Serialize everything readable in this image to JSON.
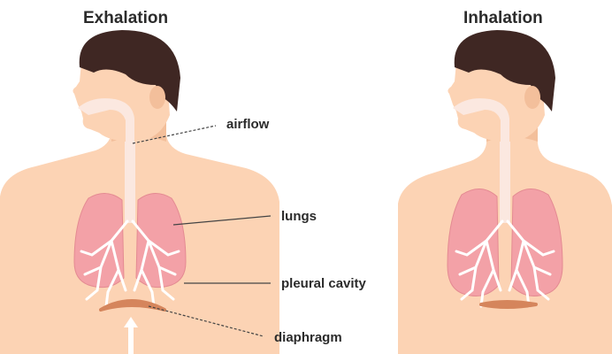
{
  "titles": {
    "exhalation": "Exhalation",
    "inhalation": "Inhalation"
  },
  "callouts": {
    "airflow": "airflow",
    "lungs": "lungs",
    "pleural_cavity": "pleural cavity",
    "diaphragm": "diaphragm"
  },
  "colors": {
    "background": "#ffffff",
    "skin": "#fcd3b4",
    "skin_shadow": "#f3bf9b",
    "hair": "#3f2723",
    "lung": "#f3a1a7",
    "lung_edge": "#e48a92",
    "bronchi": "#ffffff",
    "airway": "#fbe8e0",
    "diaphragm": "#d5855c",
    "leader_line": "#444444",
    "text": "#2b2b2b"
  },
  "icons": {
    "airflow_arrow": "up-arrow-icon"
  }
}
